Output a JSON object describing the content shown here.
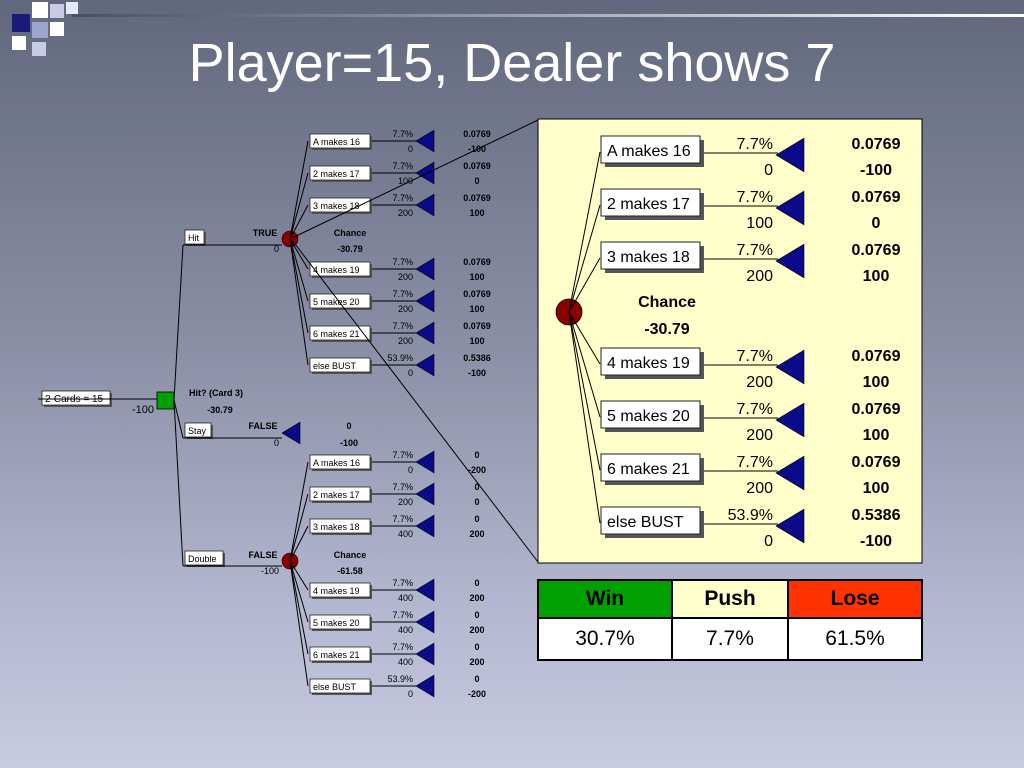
{
  "slide": {
    "title": "Player=15, Dealer shows 7"
  },
  "colors": {
    "win": "#00a000",
    "push": "#ffffcc",
    "lose": "#ff3300",
    "chance_node": "#8b0000",
    "decision_node": "#00a000",
    "terminal": "#0a0a8a",
    "zoom_bg": "#ffffcc"
  },
  "tree": {
    "root": {
      "label": "2-Cards = 15",
      "value": "-100"
    },
    "decision": {
      "label": "Hit? (Card 3)",
      "value": "-30.79"
    },
    "hit": {
      "label": "Hit",
      "flag": "TRUE",
      "flag_value": "0",
      "chance_label": "Chance",
      "chance_value": "-30.79",
      "outcomes": [
        {
          "label": "A makes 16",
          "prob": "7.7%",
          "payoff": "0",
          "p_out": "0.0769",
          "v_out": "-100"
        },
        {
          "label": "2 makes 17",
          "prob": "7.7%",
          "payoff": "100",
          "p_out": "0.0769",
          "v_out": "0"
        },
        {
          "label": "3 makes 18",
          "prob": "7.7%",
          "payoff": "200",
          "p_out": "0.0769",
          "v_out": "100"
        },
        {
          "label": "4 makes 19",
          "prob": "7.7%",
          "payoff": "200",
          "p_out": "0.0769",
          "v_out": "100"
        },
        {
          "label": "5 makes 20",
          "prob": "7.7%",
          "payoff": "200",
          "p_out": "0.0769",
          "v_out": "100"
        },
        {
          "label": "6 makes 21",
          "prob": "7.7%",
          "payoff": "200",
          "p_out": "0.0769",
          "v_out": "100"
        },
        {
          "label": "else BUST",
          "prob": "53.9%",
          "payoff": "0",
          "p_out": "0.5386",
          "v_out": "-100"
        }
      ]
    },
    "stay": {
      "label": "Stay",
      "flag": "FALSE",
      "flag_value": "0",
      "p_out": "0",
      "v_out": "-100"
    },
    "double": {
      "label": "Double",
      "flag": "FALSE",
      "flag_value": "-100",
      "chance_label": "Chance",
      "chance_value": "-61.58",
      "outcomes": [
        {
          "label": "A makes 16",
          "prob": "7.7%",
          "payoff": "0",
          "p_out": "0",
          "v_out": "-200"
        },
        {
          "label": "2 makes 17",
          "prob": "7.7%",
          "payoff": "200",
          "p_out": "0",
          "v_out": "0"
        },
        {
          "label": "3 makes 18",
          "prob": "7.7%",
          "payoff": "400",
          "p_out": "0",
          "v_out": "200"
        },
        {
          "label": "4 makes 19",
          "prob": "7.7%",
          "payoff": "400",
          "p_out": "0",
          "v_out": "200"
        },
        {
          "label": "5 makes 20",
          "prob": "7.7%",
          "payoff": "400",
          "p_out": "0",
          "v_out": "200"
        },
        {
          "label": "6 makes 21",
          "prob": "7.7%",
          "payoff": "400",
          "p_out": "0",
          "v_out": "200"
        },
        {
          "label": "else BUST",
          "prob": "53.9%",
          "payoff": "0",
          "p_out": "0",
          "v_out": "-200"
        }
      ]
    }
  },
  "zoom": {
    "chance_label": "Chance",
    "chance_value": "-30.79",
    "outcomes": [
      {
        "label": "A makes 16",
        "prob": "7.7%",
        "payoff": "0",
        "p_out": "0.0769",
        "v_out": "-100"
      },
      {
        "label": "2 makes 17",
        "prob": "7.7%",
        "payoff": "100",
        "p_out": "0.0769",
        "v_out": "0"
      },
      {
        "label": "3 makes 18",
        "prob": "7.7%",
        "payoff": "200",
        "p_out": "0.0769",
        "v_out": "100"
      },
      {
        "label": "4 makes 19",
        "prob": "7.7%",
        "payoff": "200",
        "p_out": "0.0769",
        "v_out": "100"
      },
      {
        "label": "5 makes 20",
        "prob": "7.7%",
        "payoff": "200",
        "p_out": "0.0769",
        "v_out": "100"
      },
      {
        "label": "6 makes 21",
        "prob": "7.7%",
        "payoff": "200",
        "p_out": "0.0769",
        "v_out": "100"
      },
      {
        "label": "else BUST",
        "prob": "53.9%",
        "payoff": "0",
        "p_out": "0.5386",
        "v_out": "-100"
      }
    ]
  },
  "results": {
    "headers": [
      "Win",
      "Push",
      "Lose"
    ],
    "values": [
      "30.7%",
      "7.7%",
      "61.5%"
    ]
  }
}
